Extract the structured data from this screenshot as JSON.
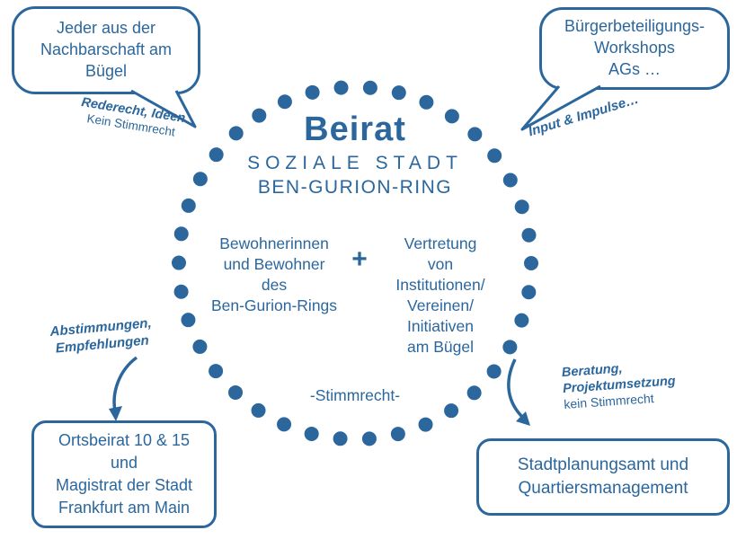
{
  "colors": {
    "primary": "#2b679d"
  },
  "circle": {
    "title": "Beirat",
    "subtitle_line1": "SOZIALE STADT",
    "subtitle_line2": "BEN-GURION-RING",
    "left_group": "Bewohnerinnen\nund Bewohner\ndes\nBen-Gurion-Rings",
    "plus_sign": "+",
    "right_group": "Vertretung\nvon\nInstitutionen/\nVereinen/\nInitiativen\nam Bügel",
    "voting_note": "-Stimmrecht-"
  },
  "top_left": {
    "bubble": "Jeder aus der\nNachbarschaft am\nBügel",
    "note_bold": "Rederecht, Ideen",
    "note_regular": "Kein Stimmrecht"
  },
  "top_right": {
    "bubble": "Bürgerbeteiligungs-\nWorkshops\nAGs …",
    "note_bold": "Input & Impulse…"
  },
  "bottom_left": {
    "note_bold": "Abstimmungen,\nEmpfehlungen",
    "box": "Ortsbeirat 10 & 15\nund\nMagistrat der Stadt\nFrankfurt am Main"
  },
  "bottom_right": {
    "note_bold": "Beratung,\nProjektumsetzung",
    "note_regular": "kein Stimmrecht",
    "box": "Stadtplanungsamt und\nQuartiersmanagement"
  }
}
